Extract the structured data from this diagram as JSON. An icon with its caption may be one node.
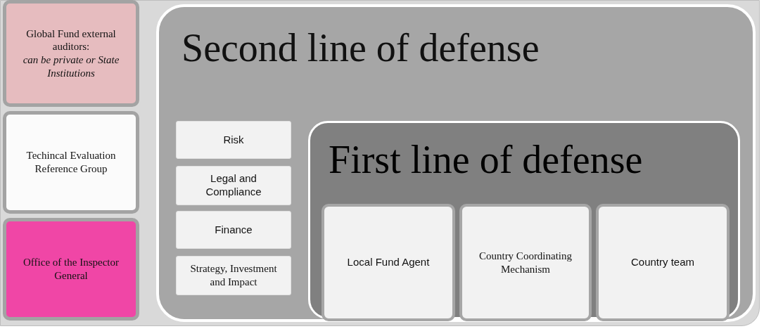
{
  "diagram": {
    "nodes": [
      {
        "text": [
          "Global Fund external auditors:",
          "can be private or State Institutions"
        ]
      },
      {
        "text": [
          "Techincal Evaluation Reference Group"
        ]
      },
      {
        "text": [
          "Office of the Inspector General"
        ]
      },
      {
        "text": [
          "Second line of defense"
        ]
      },
      {
        "text": [
          "Risk"
        ],
        "in": 3
      },
      {
        "text": [
          "Legal and Compliance"
        ],
        "in": 3
      },
      {
        "text": [
          "Finance"
        ],
        "in": 3
      },
      {
        "text": [
          "Strategy, Investment and Impact"
        ],
        "in": 3
      },
      {
        "text": [
          "First line of defense"
        ],
        "in": 3
      },
      {
        "text": [
          "Local Fund Agent"
        ],
        "in": 8
      },
      {
        "text": [
          "Country Coordinating Mechanism"
        ],
        "in": 8
      },
      {
        "text": [
          "Country team"
        ],
        "in": 8
      }
    ]
  }
}
